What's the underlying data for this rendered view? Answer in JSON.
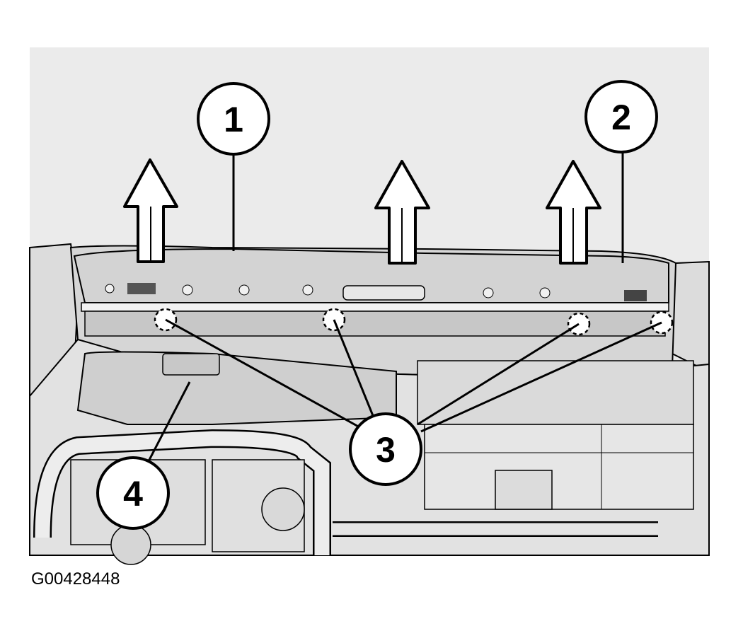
{
  "figure": {
    "figure_code": "G00428448",
    "callouts": [
      {
        "id": "1",
        "label": "1"
      },
      {
        "id": "2",
        "label": "2"
      },
      {
        "id": "3",
        "label": "3"
      },
      {
        "id": "4",
        "label": "4"
      }
    ],
    "colors": {
      "background": "#ebebeb",
      "panel": "#d6d6d6",
      "panel_shadow": "#b5b5b5",
      "ink": "#000000",
      "paper": "#ffffff"
    }
  }
}
